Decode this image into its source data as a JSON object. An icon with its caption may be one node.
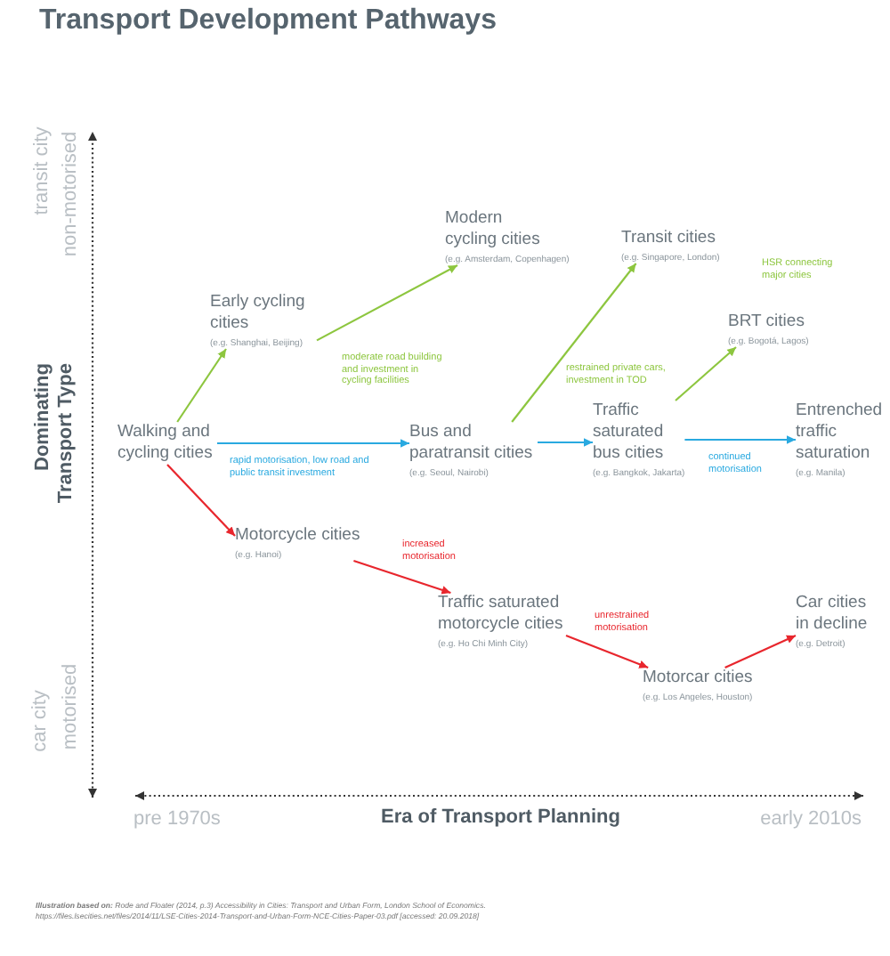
{
  "diagram": {
    "title": "Transport Development Pathways",
    "nodes": [
      {
        "text": [
          "Modern cycling cities",
          "(e.g. Amsterdam, Copenhagen)"
        ]
      },
      {
        "text": [
          "Transit cities",
          "(e.g. Singapore, London)"
        ]
      },
      {
        "text": [
          "Early cycling cities",
          "(e.g. Shanghai, Beijing)"
        ]
      },
      {
        "text": [
          "BRT cities",
          "(e.g. Bogotá, Lagos)"
        ]
      },
      {
        "text": [
          "Walking and cycling cities"
        ]
      },
      {
        "text": [
          "Bus and paratransit cities",
          "(e.g. Seoul, Nairobi)"
        ]
      },
      {
        "text": [
          "Traffic saturated bus cities",
          "(e.g. Bangkok, Jakarta)"
        ]
      },
      {
        "text": [
          "Entrenched traffic saturation",
          "(e.g. Manila)"
        ]
      },
      {
        "text": [
          "Motorcycle cities",
          "(e.g. Hanoi)"
        ]
      },
      {
        "text": [
          "Traffic saturated motorcycle cities",
          "(e.g. Ho Chi Minh City)"
        ]
      },
      {
        "text": [
          "Car cities in decline",
          "(e.g. Detroit)"
        ]
      },
      {
        "text": [
          "Motorcar cities",
          "(e.g. Los Angeles, Houston)"
        ]
      }
    ],
    "edges": [
      {
        "from": 4,
        "to": 2,
        "arrow": "to",
        "color": "#8dc63f"
      },
      {
        "from": 2,
        "to": 0,
        "arrow": "to",
        "label": "moderate road building and investment in cycling facilities",
        "color": "#8dc63f"
      },
      {
        "from": 5,
        "to": 1,
        "arrow": "to",
        "label": "restrained private cars, investment in TOD",
        "color": "#8dc63f"
      },
      {
        "from": 6,
        "to": 3,
        "arrow": "to",
        "color": "#8dc63f"
      },
      {
        "from": 4,
        "to": 5,
        "arrow": "to",
        "label": "rapid motorisation, low road and public transit investment",
        "color": "#29a9e0"
      },
      {
        "from": 5,
        "to": 6,
        "arrow": "to",
        "color": "#29a9e0"
      },
      {
        "from": 6,
        "to": 7,
        "arrow": "to",
        "label": "continued motorisation",
        "color": "#29a9e0"
      },
      {
        "from": 4,
        "to": 8,
        "arrow": "to",
        "color": "#e8262d"
      },
      {
        "from": 8,
        "to": 9,
        "arrow": "to",
        "label": "increased motorisation",
        "color": "#e8262d"
      },
      {
        "from": 9,
        "to": 11,
        "arrow": "to",
        "label": "unrestrained motorisation",
        "color": "#e8262d"
      },
      {
        "from": 11,
        "to": 10,
        "arrow": "to",
        "color": "#e8262d"
      }
    ],
    "labels": [
      "transit city",
      "non-motorised",
      "HSR connecting major cities",
      "Dominating Transport Type",
      "car city",
      "motorised",
      "pre 1970s",
      "Era of Transport Planning",
      "early 2010s",
      "**Illustration based on:** Rode and Floater (2014, p.3) Accessibility in Cities: Transport and Urban Form, London School of Economics. https://files.lsecities.net/files/2014/11/LSE-Cities-2014-Transport-and-Urban-Form-NCE-Cities-Paper-03.pdf [accessed: 20.09.2018]"
    ]
  }
}
